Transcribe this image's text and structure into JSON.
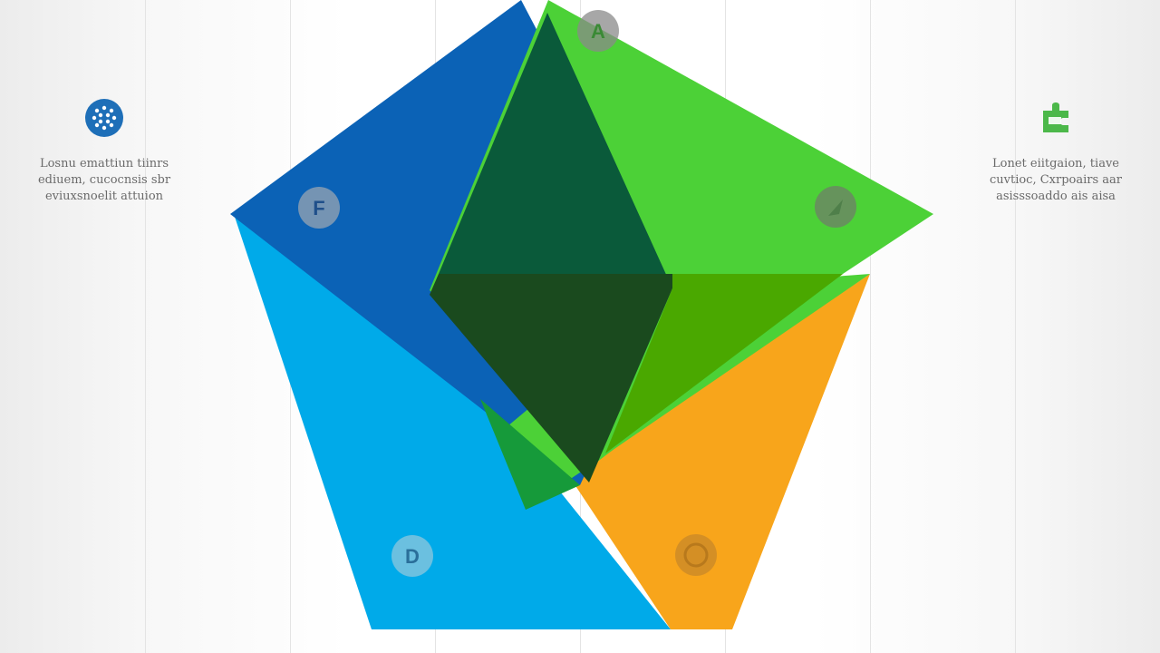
{
  "diagram": {
    "segments": [
      {
        "id": "A",
        "label": "A",
        "color": "#4cd137",
        "marker_text": "#3a8a35",
        "marker_color": "#8a8a8a"
      },
      {
        "id": "F",
        "label": "F",
        "color": "#0b62b6",
        "marker_text": "#1f4f8a",
        "marker_color": "#9aa6b2"
      },
      {
        "id": "B",
        "label": "",
        "color": "#4cd137",
        "marker_text": "#5a8f4f",
        "marker_color": "#6f7d6a"
      },
      {
        "id": "D",
        "label": "D",
        "color": "#00aae9",
        "marker_text": "#2a6f9a",
        "marker_color": "#8fc7dc"
      },
      {
        "id": "E",
        "label": "",
        "color": "#f8a51b",
        "marker_text": "#c77c12",
        "marker_color": "#c8882a"
      }
    ],
    "overlap_colors": [
      "#0a5a3a",
      "#1a4a1e",
      "#169a3a",
      "#4aa800"
    ]
  },
  "left_block": {
    "icon": "globe-icon",
    "icon_color": "#1e6fb8",
    "lines": [
      "Losnu emattiun tiinrs",
      "ediuem, cucocnsis sbr",
      "eviuxsnoelit attuion"
    ]
  },
  "right_block": {
    "icon": "puzzle-icon",
    "icon_color": "#4cb84a",
    "lines": [
      "Lonet eiitgaion, tiave",
      "cuvtioc, Cxrpoairs aar",
      "asisssoaddo ais aisa"
    ]
  }
}
